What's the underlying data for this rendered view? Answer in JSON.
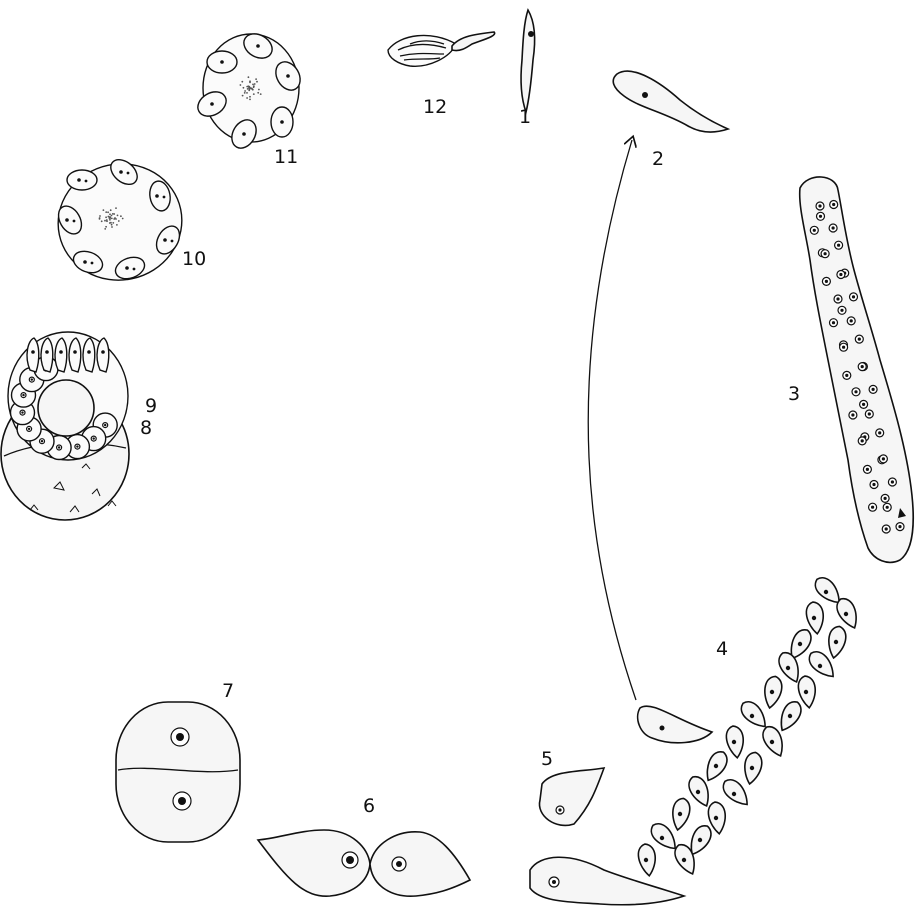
{
  "stage_labels": [
    "1",
    "2",
    "3",
    "4",
    "5",
    "6",
    "7",
    "8",
    "9",
    "10",
    "11",
    "12"
  ]
}
